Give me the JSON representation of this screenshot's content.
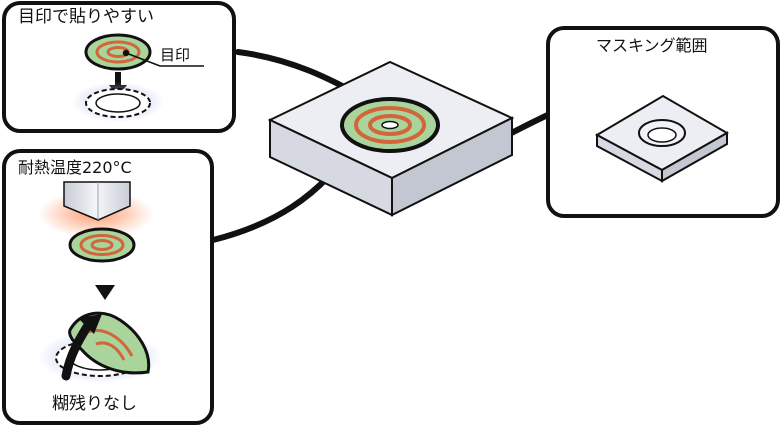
{
  "panels": {
    "top_left": {
      "title": "目印で貼りやすい",
      "marker_label": "目印"
    },
    "bottom_left": {
      "title": "耐熱温度220°C",
      "result_label": "糊残りなし"
    },
    "right": {
      "title": "マスキング範囲"
    }
  },
  "colors": {
    "disc_green": "#a9d49b",
    "ring_orange": "#d2653a",
    "plate_face": "#eceef3",
    "plate_side": "#c9cdd6",
    "heat_glow": "#ff8a55",
    "outline": "#111111"
  }
}
